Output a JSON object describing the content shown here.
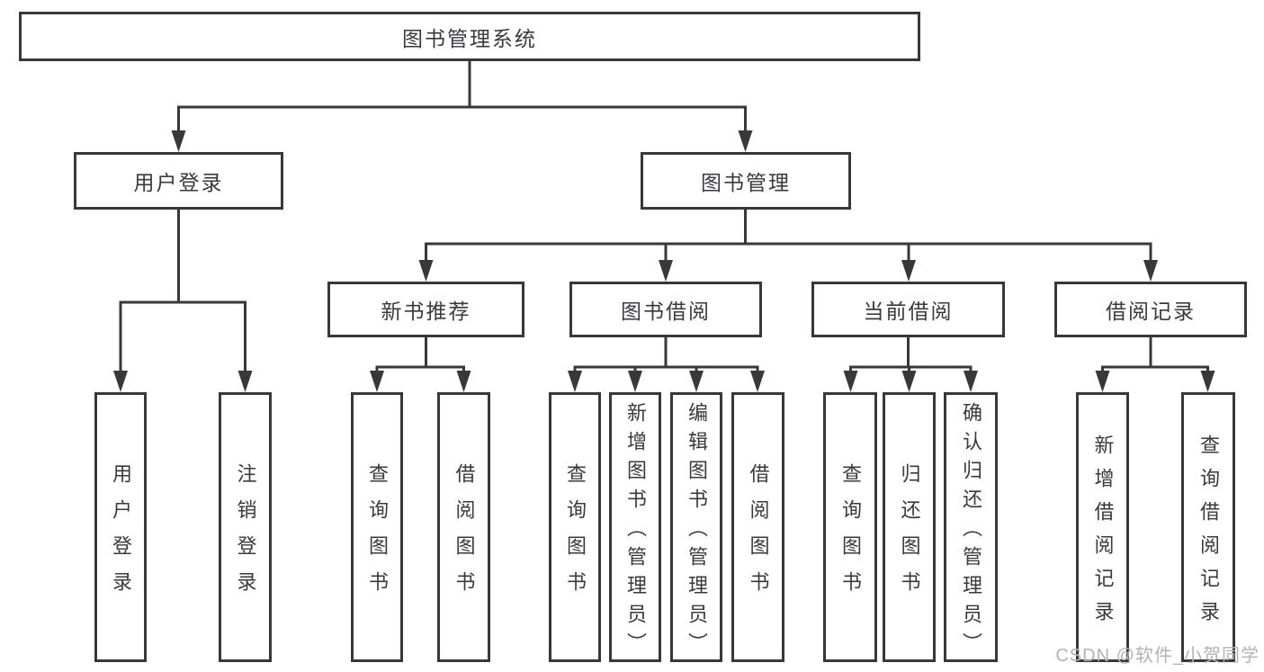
{
  "diagram": {
    "root": "图书管理系统",
    "level2": [
      "用户登录",
      "图书管理"
    ],
    "level3": [
      "新书推荐",
      "图书借阅",
      "当前借阅",
      "借阅记录"
    ],
    "leaves": {
      "user_login": [
        "用户登录",
        "注销登录"
      ],
      "new_book_recommend": [
        "查询图书",
        "借阅图书"
      ],
      "book_borrow": [
        "查询图书",
        "新增图书（管理员）",
        "编辑图书（管理员）",
        "借阅图书"
      ],
      "current_borrow": [
        "查询图书",
        "归还图书",
        "确认归还（管理员）"
      ],
      "borrow_records": [
        "新增借阅记录",
        "查询借阅记录"
      ]
    }
  },
  "watermark": "CSDN @软件_小贺同学",
  "colors": {
    "line": "#383838",
    "text": "#3a3a3e",
    "watermark": "#b3b3b3",
    "background": "#ffffff"
  }
}
